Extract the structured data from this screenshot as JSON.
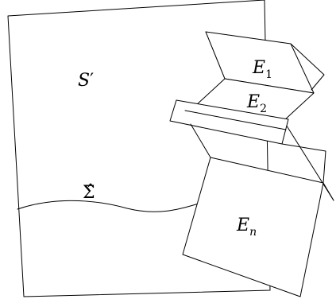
{
  "labels": {
    "s_prime": "S",
    "s_prime_mark": "′",
    "sigma_hat": "Σ̂",
    "e1_base": "E",
    "e1_sub": "1",
    "e2_base": "E",
    "e2_sub": "2",
    "en_base": "E",
    "en_sub": "n"
  },
  "colors": {
    "stroke": "#000000",
    "background": "#ffffff"
  }
}
